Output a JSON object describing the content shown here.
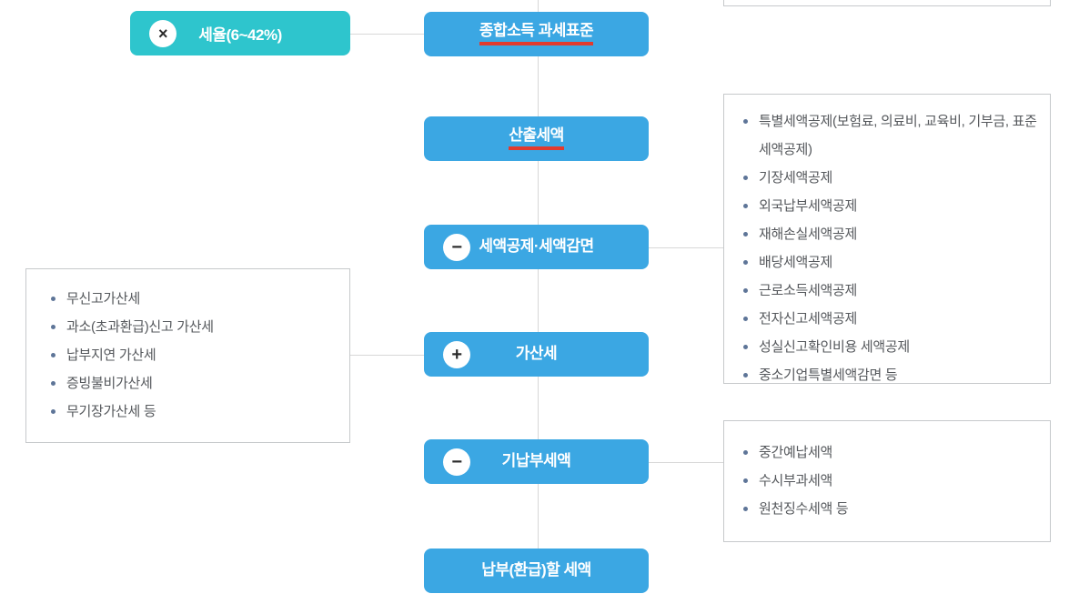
{
  "palette": {
    "node_blue": "#3ba7e3",
    "rate_teal": "#2ec5cd",
    "underline_red": "#e23a2e",
    "connector_gray": "#d8d8d8",
    "box_border": "#c6c9cb",
    "list_text": "#55585c",
    "bullet": "#5e7598"
  },
  "icons": {
    "minus": "−",
    "plus": "+",
    "close": "×"
  },
  "rate_node": {
    "label": "세율(6~42%)"
  },
  "nodes": [
    {
      "label": "종합소득 과세표준",
      "underline": true,
      "icon": null
    },
    {
      "label": "산출세액",
      "underline": true,
      "icon": null
    },
    {
      "label": "세액공제·세액감면",
      "underline": false,
      "icon": "minus"
    },
    {
      "label": "가산세",
      "underline": false,
      "icon": "plus"
    },
    {
      "label": "기납부세액",
      "underline": false,
      "icon": "minus"
    },
    {
      "label": "납부(환급)할 세액",
      "underline": false,
      "icon": null
    }
  ],
  "left_box": {
    "items": [
      "무신고가산세",
      "과소(초과환급)신고 가산세",
      "납부지연 가산세",
      "증빙불비가산세",
      "무기장가산세 등"
    ]
  },
  "right_box_1": {
    "items": [
      "특별세액공제(보험료, 의료비, 교육비, 기부금, 표준세액공제)",
      "기장세액공제",
      "외국납부세액공제",
      "재해손실세액공제",
      "배당세액공제",
      "근로소득세액공제",
      "전자신고세액공제",
      "성실신고확인비용 세액공제",
      "중소기업특별세액감면 등"
    ]
  },
  "right_box_2": {
    "items": [
      "중간예납세액",
      "수시부과세액",
      "원천징수세액 등"
    ]
  }
}
